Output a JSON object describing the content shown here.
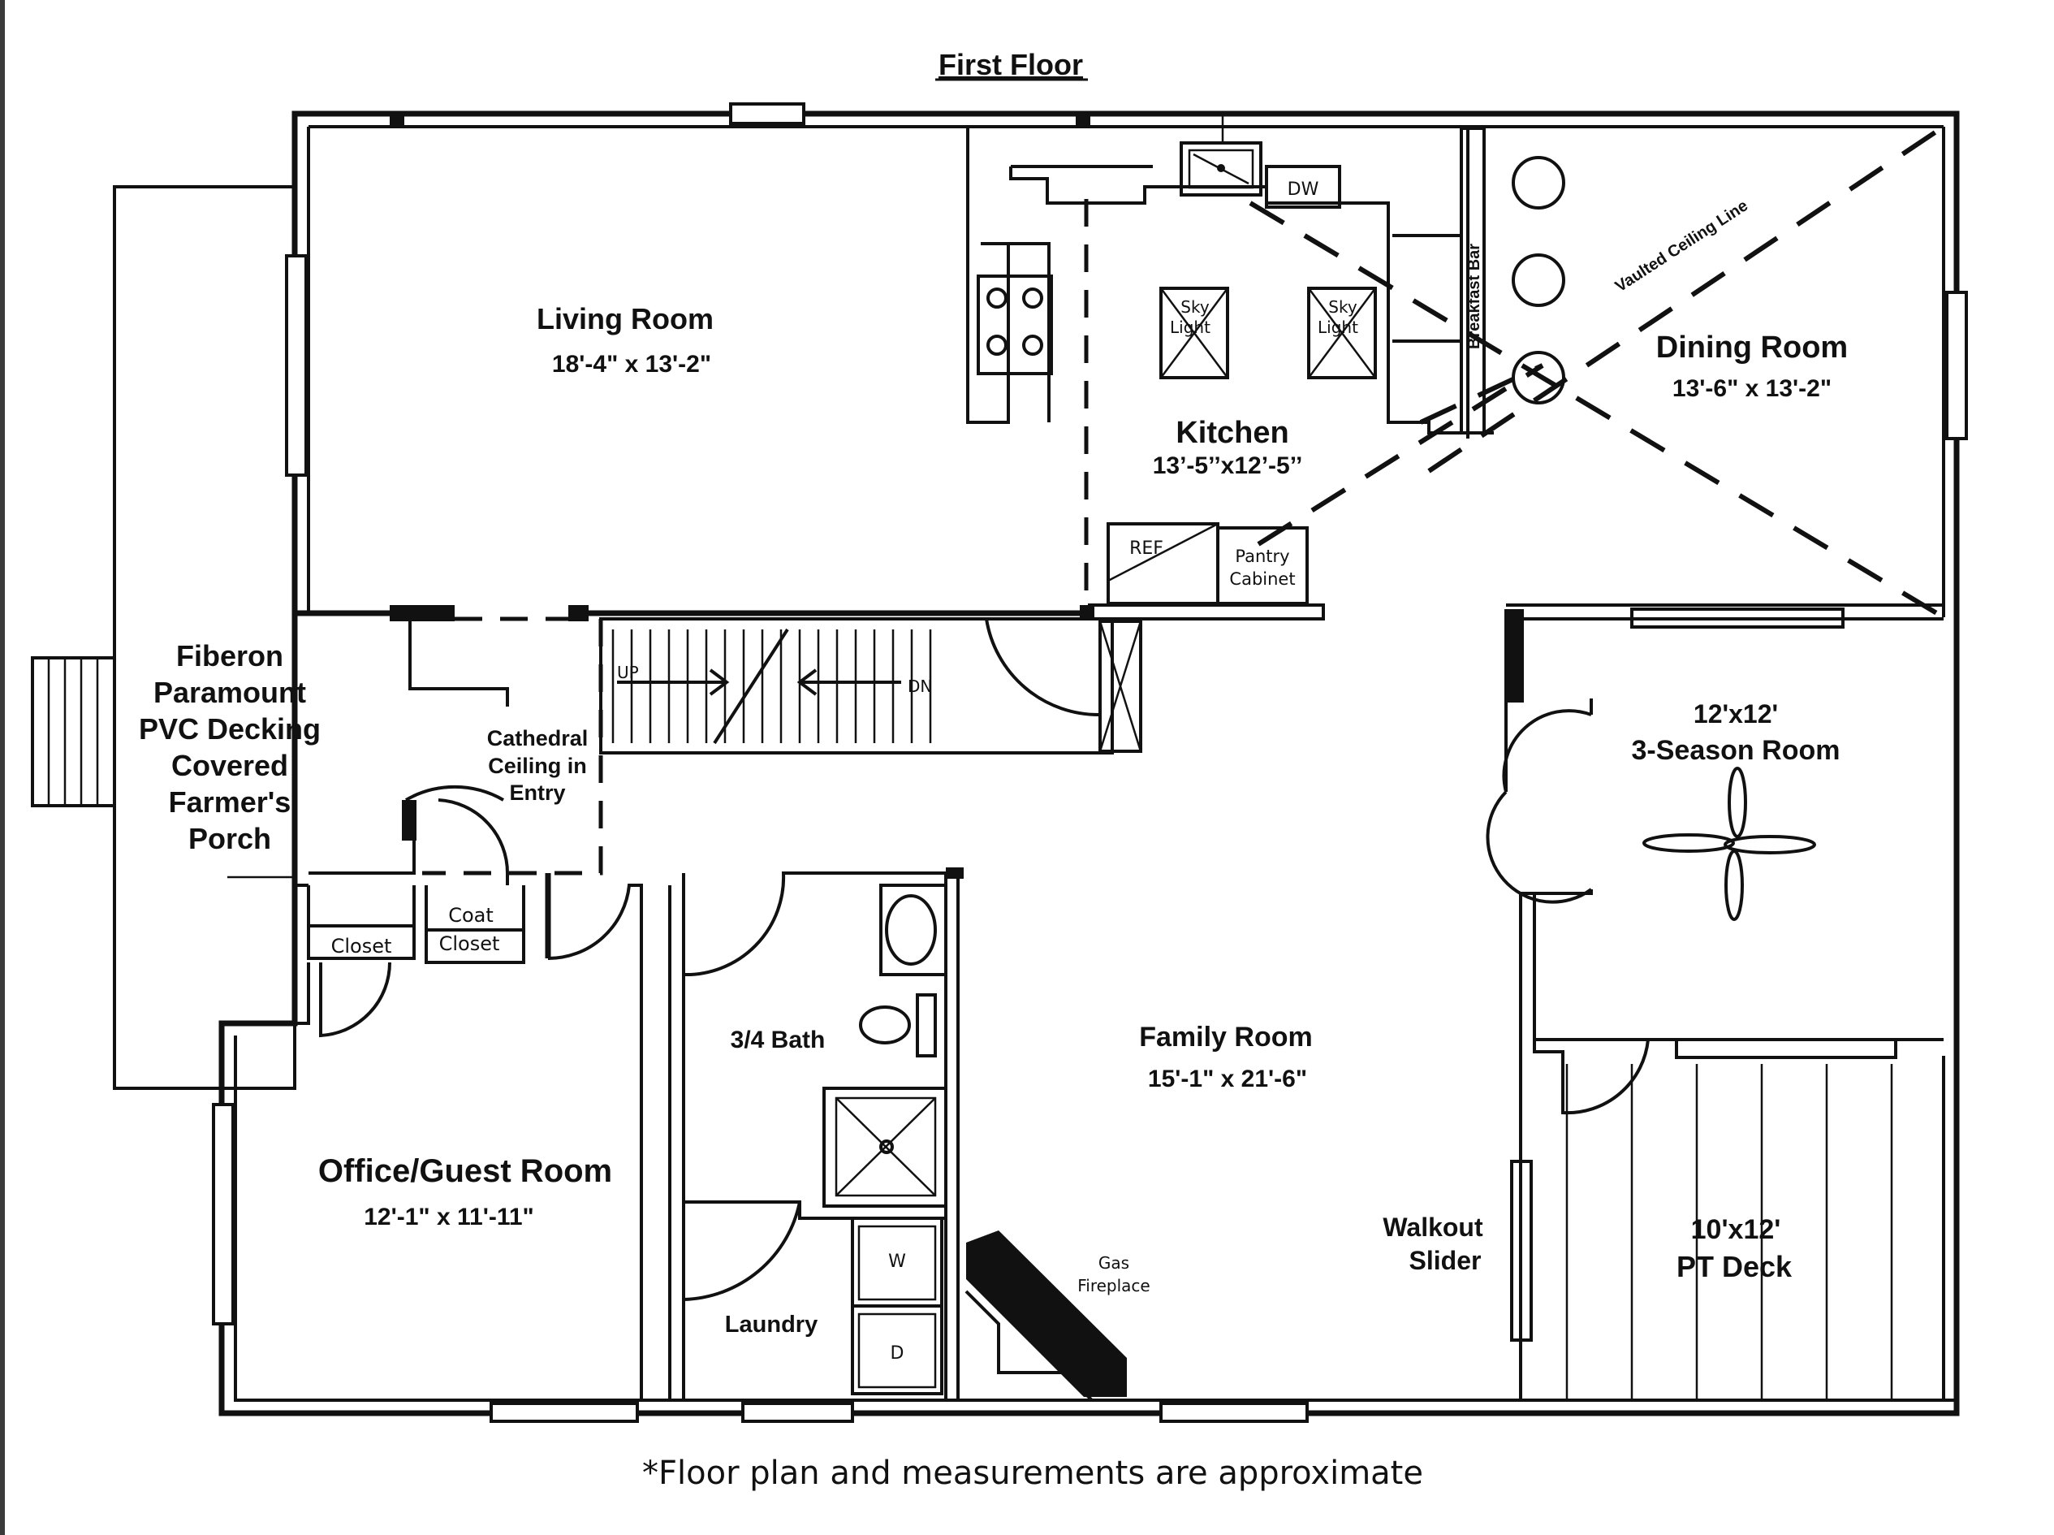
{
  "title": "First Floor",
  "footnote": "*Floor plan and measurements are approximate",
  "rooms": {
    "living_room": {
      "name": "Living Room",
      "size": "18'-4\" x 13'-2\""
    },
    "kitchen": {
      "name": "Kitchen",
      "size": "13’-5’’x12’-5’’"
    },
    "dining_room": {
      "name": "Dining Room",
      "size": "13'-6\" x 13'-2\""
    },
    "porch": {
      "line1": "Fiberon",
      "line2": "Paramount",
      "line3": "PVC Decking",
      "line4": "Covered",
      "line5": "Farmer's",
      "line6": "Porch"
    },
    "entry": {
      "line1": "Cathedral",
      "line2": "Ceiling in",
      "line3": "Entry"
    },
    "season_room": {
      "size": "12'x12'",
      "name": "3-Season Room"
    },
    "family_room": {
      "name": "Family Room",
      "size": "15'-1\" x 21'-6\""
    },
    "bath": {
      "name": "3/4 Bath"
    },
    "office": {
      "name": "Office/Guest Room",
      "size": "12'-1\" x 11'-11\""
    },
    "laundry": {
      "name": "Laundry"
    },
    "deck": {
      "size": "10'x12'",
      "name": "PT Deck"
    }
  },
  "fixtures": {
    "dw": "DW",
    "breakfast_bar": "Breakfast Bar",
    "vaulted": "Vaulted Ceiling Line",
    "skylight_1": {
      "line1": "Sky",
      "line2": "Light"
    },
    "skylight_2": {
      "line1": "Sky",
      "line2": "Light"
    },
    "ref": "REF",
    "pantry": {
      "line1": "Pantry",
      "line2": "Cabinet"
    },
    "stairs_up": "UP",
    "stairs_down": "DN",
    "closet": "Closet",
    "coat_closet": {
      "line1": "Coat",
      "line2": "Closet"
    },
    "washer": "W",
    "dryer": "D",
    "fireplace": {
      "line1": "Gas",
      "line2": "Fireplace"
    },
    "slider": {
      "line1": "Walkout",
      "line2": "Slider"
    }
  }
}
